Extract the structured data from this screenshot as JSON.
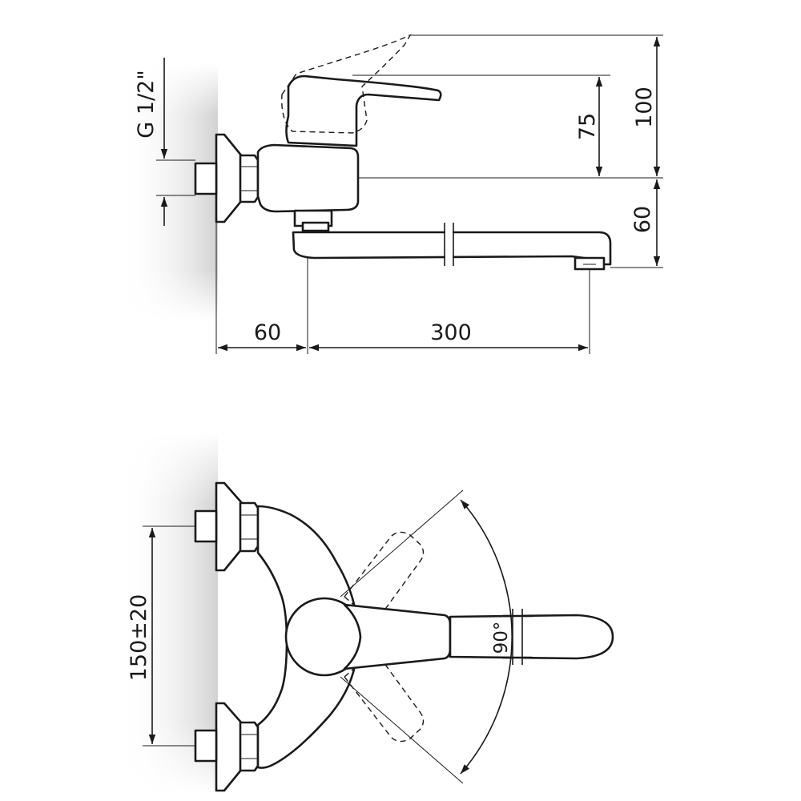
{
  "side_view": {
    "dimensions": {
      "thread": "G 1/2\"",
      "handle_height": "75",
      "handle_raised_height": "100",
      "spout_drop": "60",
      "wall_offset": "60",
      "spout_reach": "300"
    }
  },
  "top_view": {
    "dimensions": {
      "center_distance": "150±20",
      "rotation_angle": "90°"
    }
  },
  "colors": {
    "line": "#1a1a1a",
    "wall_shade": "#d8d8d8"
  }
}
